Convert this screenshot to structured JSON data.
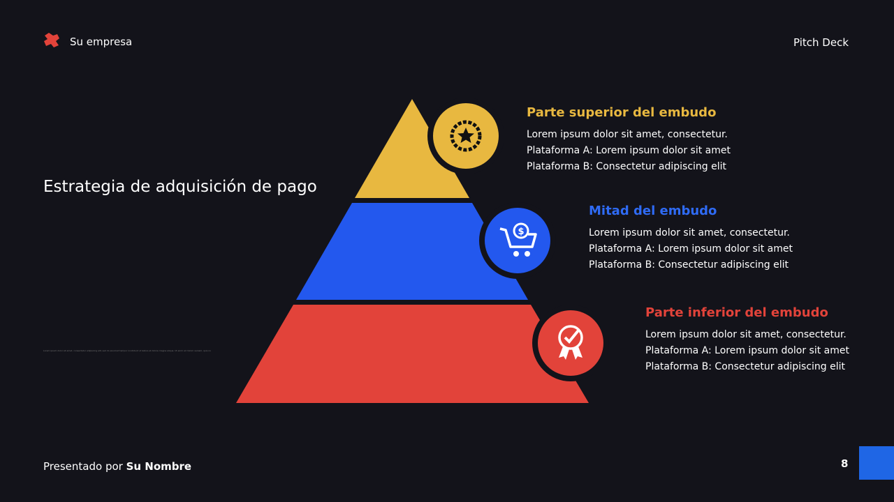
{
  "header": {
    "brand": "Su empresa",
    "deck": "Pitch Deck"
  },
  "title": "Estrategia de adquisición de pago",
  "tiny_text": "Lorem ipsum dolor sit amet, consectetur adipiscing elit, sed do eiusmod tempor incididunt ut labore et dolore magna aliqua. Ut enim ad minim veniam, quis nostrud",
  "footer": {
    "prefix": "Presentado por ",
    "name": "Su Nombre",
    "page": "8"
  },
  "colors": {
    "yellow": "#e8b840",
    "blue": "#2358ee",
    "red": "#e2433a",
    "background": "#13131a",
    "accent": "#1f66e5"
  },
  "tiers": [
    {
      "heading": "Parte superior del embudo",
      "icon": "badge-star-icon",
      "lines": [
        "Lorem ipsum dolor sit amet, consectetur.",
        "Plataforma A: Lorem ipsum dolor sit amet",
        "Plataforma B: Consectetur adipiscing elit"
      ]
    },
    {
      "heading": "Mitad del embudo",
      "icon": "shopping-cart-dollar-icon",
      "lines": [
        "Lorem ipsum dolor sit amet, consectetur.",
        "Plataforma A: Lorem ipsum dolor sit amet",
        "Plataforma B: Consectetur adipiscing elit"
      ]
    },
    {
      "heading": "Parte inferior del embudo",
      "icon": "award-check-icon",
      "lines": [
        "Lorem ipsum dolor sit amet, consectetur.",
        "Plataforma A: Lorem ipsum dolor sit amet",
        "Plataforma B: Consectetur adipiscing elit"
      ]
    }
  ]
}
